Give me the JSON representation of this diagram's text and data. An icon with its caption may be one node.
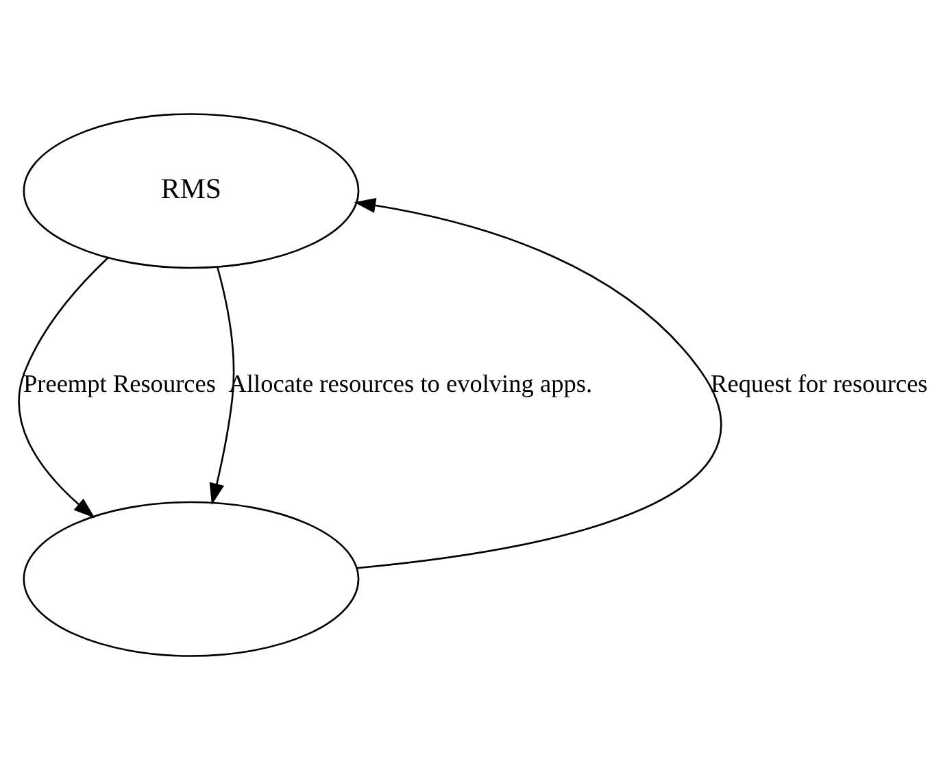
{
  "diagram": {
    "nodes": [
      {
        "text": [
          "RMS"
        ]
      },
      {
        "text": [],
        "shape": "ellipse"
      }
    ],
    "edges": [
      {
        "from": 1,
        "to": 0,
        "arrow": "to",
        "label": "Request for resources"
      },
      {
        "from": 0,
        "to": 1,
        "arrow": "to",
        "label": "Preempt Resources"
      },
      {
        "from": 0,
        "to": 1,
        "arrow": "to",
        "label": "Allocate resources to evolving apps."
      }
    ]
  }
}
